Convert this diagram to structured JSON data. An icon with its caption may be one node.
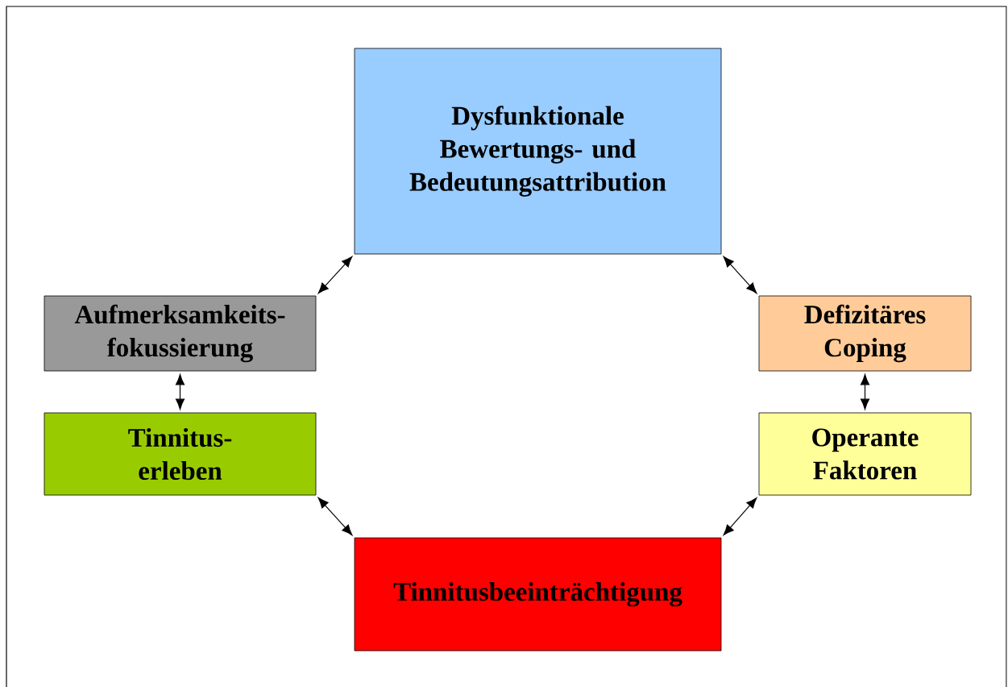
{
  "diagram": {
    "nodes": [
      {
        "text": [
          "Dysfunktionale Bewertungs- und Bedeutungsattribution"
        ]
      },
      {
        "text": [
          "Aufmerksamkeits- fokussierung"
        ]
      },
      {
        "text": [
          "Defizitäres Coping"
        ]
      },
      {
        "text": [
          "Tinnitus- erleben"
        ]
      },
      {
        "text": [
          "Operante Faktoren"
        ]
      },
      {
        "text": [
          "Tinnitusbeeinträchtigung"
        ]
      }
    ],
    "edges": [
      {
        "from": 0,
        "to": 1,
        "arrow": "both"
      },
      {
        "from": 0,
        "to": 2,
        "arrow": "both"
      },
      {
        "from": 1,
        "to": 3,
        "arrow": "both"
      },
      {
        "from": 2,
        "to": 4,
        "arrow": "both"
      },
      {
        "from": 3,
        "to": 5,
        "arrow": "both"
      },
      {
        "from": 4,
        "to": 5,
        "arrow": "both"
      }
    ]
  }
}
